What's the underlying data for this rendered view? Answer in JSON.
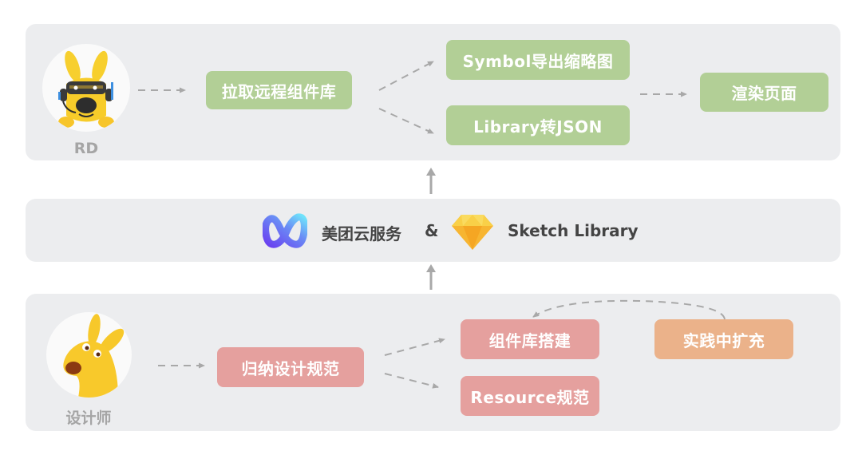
{
  "colors": {
    "panel_bg": "#ecedef",
    "rd_step": "#b2cf96",
    "designer_step": "#e5a09e",
    "expand_step": "#ebb28a",
    "arrow": "#a8a8a8",
    "role_label": "#a5a5a5"
  },
  "rd_lane": {
    "role": "RD",
    "avatar_icon": "robot-kangaroo-mascot-icon",
    "steps": {
      "pull": "拉取远程组件库",
      "symbol_export": "Symbol导出缩略图",
      "library_json": "Library转JSON",
      "render": "渲染页面"
    }
  },
  "platform_lane": {
    "service_icon": "meituan-cloud-infinity-icon",
    "service_label": "美团云服务",
    "connector": "&",
    "library_icon": "sketch-diamond-icon",
    "library_label": "Sketch Library"
  },
  "designer_lane": {
    "role": "设计师",
    "avatar_icon": "kangaroo-mascot-icon",
    "steps": {
      "summarize": "归纳设计规范",
      "build_library": "组件库搭建",
      "resource_spec": "Resource规范",
      "expand": "实践中扩充"
    }
  }
}
